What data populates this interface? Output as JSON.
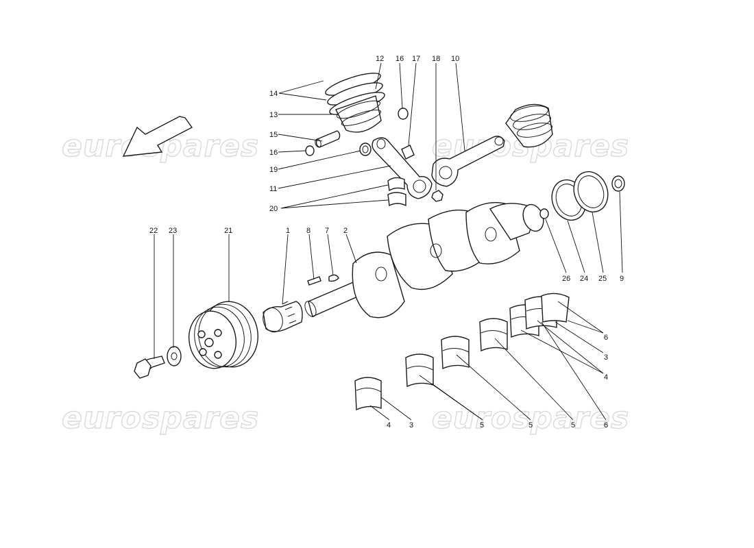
{
  "watermark": {
    "text": "eurospares"
  },
  "callouts": {
    "n1": "1",
    "n2": "2",
    "n3": "3",
    "n4": "4",
    "n5": "5",
    "n6": "6",
    "n7": "7",
    "n8": "8",
    "n9": "9",
    "n10": "10",
    "n11": "11",
    "n12": "12",
    "n13": "13",
    "n14": "14",
    "n15": "15",
    "n16": "16",
    "n17": "17",
    "n18": "18",
    "n19": "19",
    "n20": "20",
    "n21": "21",
    "n22": "22",
    "n23": "23",
    "n24": "24",
    "n25": "25",
    "n26": "26"
  }
}
